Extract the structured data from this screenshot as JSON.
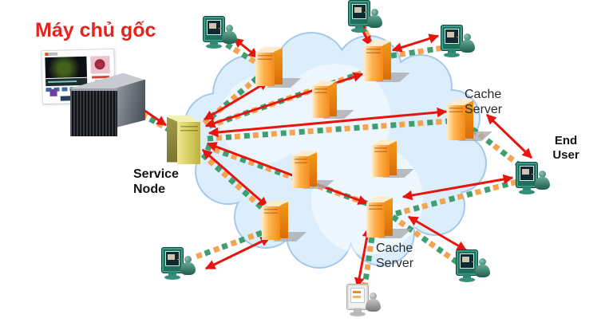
{
  "title": "Máy chủ gốc",
  "labels": {
    "service_node": "Service Node",
    "cache_server_right": "Cache Server",
    "cache_server_bottom": "Cache Server",
    "end_user": "End User"
  },
  "colors": {
    "title_red": "#e8231b",
    "arrow_red": "#e6150d",
    "packet_green": "#3e9e70",
    "packet_orange": "#f4a44f",
    "cloud_fill": "#dceefc",
    "cloud_edge": "#a3c9eb",
    "server_orange": "#f68a1c",
    "service_node_yellow": "#d5cc5e",
    "device_teal": "#1f6f5f"
  },
  "icons": [
    "webpage-thumbnail-icon",
    "server-rack-icon",
    "tower-server-icon",
    "internet-cloud-icon",
    "workstation-user-icon",
    "tablet-user-icon",
    "double-arrow-icon",
    "packet-trail-icon"
  ],
  "nodes": [
    {
      "id": "origin-page",
      "type": "webpage-thumbnail",
      "label": ""
    },
    {
      "id": "origin-rack",
      "type": "server-rack",
      "label": "Máy chủ gốc"
    },
    {
      "id": "service-node",
      "type": "tower-server-yellow",
      "label": "Service Node"
    },
    {
      "id": "internal-server-1",
      "type": "tower-server-orange",
      "label": ""
    },
    {
      "id": "internal-server-2",
      "type": "tower-server-orange",
      "label": ""
    },
    {
      "id": "internal-server-3",
      "type": "tower-server-orange",
      "label": ""
    },
    {
      "id": "internal-server-4",
      "type": "tower-server-orange",
      "label": ""
    },
    {
      "id": "internal-server-5",
      "type": "tower-server-orange",
      "label": ""
    },
    {
      "id": "internal-server-6",
      "type": "tower-server-orange",
      "label": ""
    },
    {
      "id": "cache-server-right",
      "type": "tower-server-orange",
      "label": "Cache Server"
    },
    {
      "id": "cache-server-bottom",
      "type": "tower-server-orange",
      "label": "Cache Server"
    },
    {
      "id": "user-top-left",
      "type": "workstation-user",
      "label": ""
    },
    {
      "id": "user-top",
      "type": "workstation-user",
      "label": ""
    },
    {
      "id": "user-right",
      "type": "workstation-user",
      "label": ""
    },
    {
      "id": "end-user",
      "type": "workstation-user",
      "label": "End User"
    },
    {
      "id": "user-bottom-right",
      "type": "workstation-user",
      "label": ""
    },
    {
      "id": "user-bottom-left",
      "type": "workstation-user",
      "label": ""
    },
    {
      "id": "tablet-user",
      "type": "tablet-user",
      "label": ""
    }
  ],
  "edges": {
    "red_arrows": [
      {
        "from": "origin-rack",
        "to": "service-node"
      },
      {
        "from": "service-node",
        "to": "internal-server-1"
      },
      {
        "from": "service-node",
        "to": "internal-server-2"
      },
      {
        "from": "service-node",
        "to": "cache-server-right"
      },
      {
        "from": "service-node",
        "to": "cache-server-bottom"
      },
      {
        "from": "service-node",
        "to": "internal-server-6"
      },
      {
        "from": "user-top-left",
        "to": "internal-server-1"
      },
      {
        "from": "user-top",
        "to": "internal-server-2"
      },
      {
        "from": "user-right",
        "to": "internal-server-2"
      },
      {
        "from": "cache-server-right",
        "to": "end-user"
      },
      {
        "from": "cache-server-bottom",
        "to": "end-user"
      },
      {
        "from": "user-bottom-left",
        "to": "internal-server-6"
      },
      {
        "from": "cache-server-bottom",
        "to": "user-bottom-right"
      },
      {
        "from": "cache-server-bottom",
        "to": "tablet-user"
      }
    ],
    "packet_trails": [
      {
        "from": "user-top-left",
        "to": "internal-server-1"
      },
      {
        "from": "internal-server-1",
        "to": "service-node"
      },
      {
        "from": "service-node",
        "to": "internal-server-2"
      },
      {
        "from": "internal-server-2",
        "to": "user-top"
      },
      {
        "from": "internal-server-2",
        "to": "user-right"
      },
      {
        "from": "service-node",
        "to": "cache-server-right"
      },
      {
        "from": "cache-server-right",
        "to": "end-user"
      },
      {
        "from": "service-node",
        "to": "cache-server-bottom"
      },
      {
        "from": "cache-server-bottom",
        "to": "end-user"
      },
      {
        "from": "service-node",
        "to": "internal-server-6"
      },
      {
        "from": "internal-server-6",
        "to": "user-bottom-left"
      },
      {
        "from": "cache-server-bottom",
        "to": "user-bottom-right"
      },
      {
        "from": "cache-server-bottom",
        "to": "tablet-user"
      },
      {
        "from": "origin-rack",
        "to": "service-node"
      }
    ]
  }
}
